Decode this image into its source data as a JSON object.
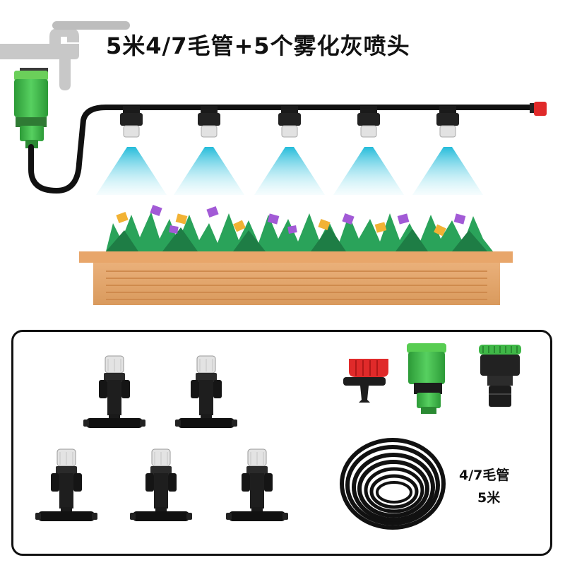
{
  "title": "5米4/7毛管+5个雾化灰喷头",
  "kit": {
    "hose_spec": "4/7毛管",
    "hose_length": "5米"
  },
  "colors": {
    "mist": "#5ad3e6",
    "fitting_green": "#3fc24a",
    "planter_wood": "#e0a46a",
    "leaf_green": "#2aa35a",
    "drip_red": "#e02a2a",
    "nozzle_cap": "#d7d7d7"
  },
  "icons": [
    "faucet-icon",
    "mist-nozzle-icon",
    "drip-emitter-icon",
    "hose-connector-icon",
    "faucet-adapter-icon",
    "hose-coil-icon"
  ]
}
